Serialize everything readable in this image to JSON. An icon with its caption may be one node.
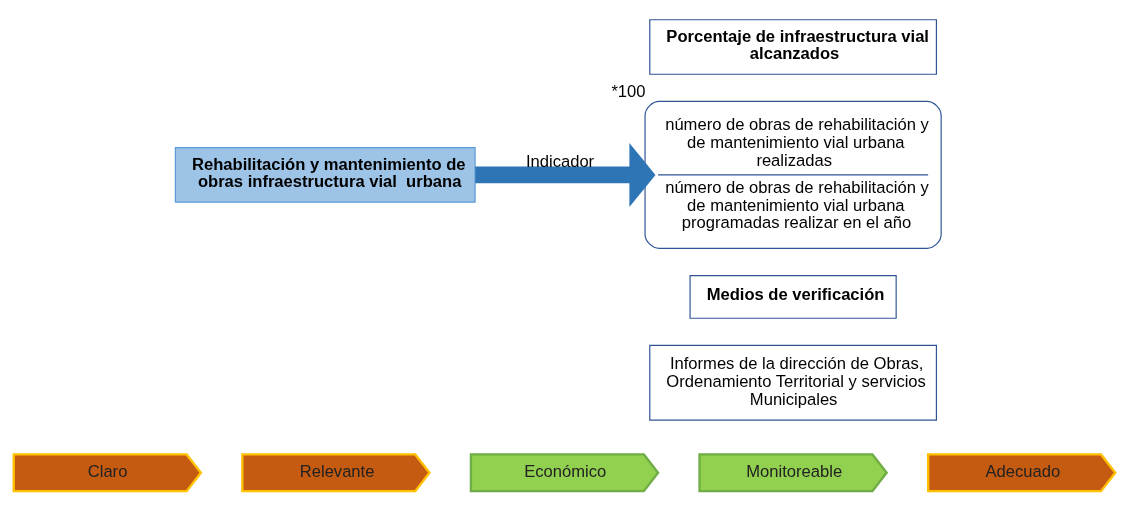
{
  "diagram": {
    "nodes": [
      {
        "text": [
          "Rehabilitación y mantenimiento de obras infraestructura vial  urbana"
        ]
      },
      {
        "text": [
          "Porcentaje de infraestructura vial alcanzados"
        ]
      },
      {
        "text": [
          "número de obras de rehabilitación y de mantenimiento vial urbana realizadas",
          "número de obras de rehabilitación y de mantenimiento vial urbana programadas realizar en el año"
        ],
        "beside": [
          "*100"
        ]
      },
      {
        "text": [
          "Medios de verificación"
        ]
      },
      {
        "text": [
          "Informes de la dirección de Obras, Ordenamiento Territorial y servicios Municipales"
        ]
      },
      {
        "text": [
          "Claro"
        ]
      },
      {
        "text": [
          "Relevante"
        ]
      },
      {
        "text": [
          "Económico"
        ]
      },
      {
        "text": [
          "Monitoreable"
        ]
      },
      {
        "text": [
          "Adecuado"
        ]
      }
    ],
    "edges": [
      {
        "from": 0,
        "to": 2,
        "arrow": "to",
        "label": "Indicador"
      }
    ]
  }
}
